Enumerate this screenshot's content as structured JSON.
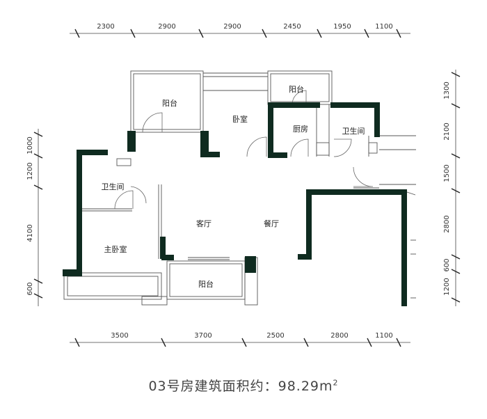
{
  "dimensions": {
    "top": [
      "2300",
      "2900",
      "2900",
      "2450",
      "1950",
      "1100"
    ],
    "bottom": [
      "3500",
      "3700",
      "2500",
      "2800",
      "1100"
    ],
    "left": [
      "1000",
      "1200",
      "4100",
      "600"
    ],
    "right": [
      "1300",
      "2100",
      "1500",
      "2800",
      "600",
      "1200"
    ]
  },
  "rooms": {
    "balcony_top_left": "阳台",
    "bedroom": "卧室",
    "balcony_top_small": "阳台",
    "kitchen": "厨房",
    "bathroom_right": "卫生间",
    "bathroom_left": "卫生间",
    "living_room": "客厅",
    "dining_room": "餐厅",
    "master_bedroom": "主卧室",
    "balcony_bottom": "阳台"
  },
  "caption": {
    "text": "03号房建筑面积约：98.29m",
    "superscript": "2"
  },
  "colors": {
    "wall": "#0f2b20",
    "line": "#555555",
    "text": "#333333"
  }
}
